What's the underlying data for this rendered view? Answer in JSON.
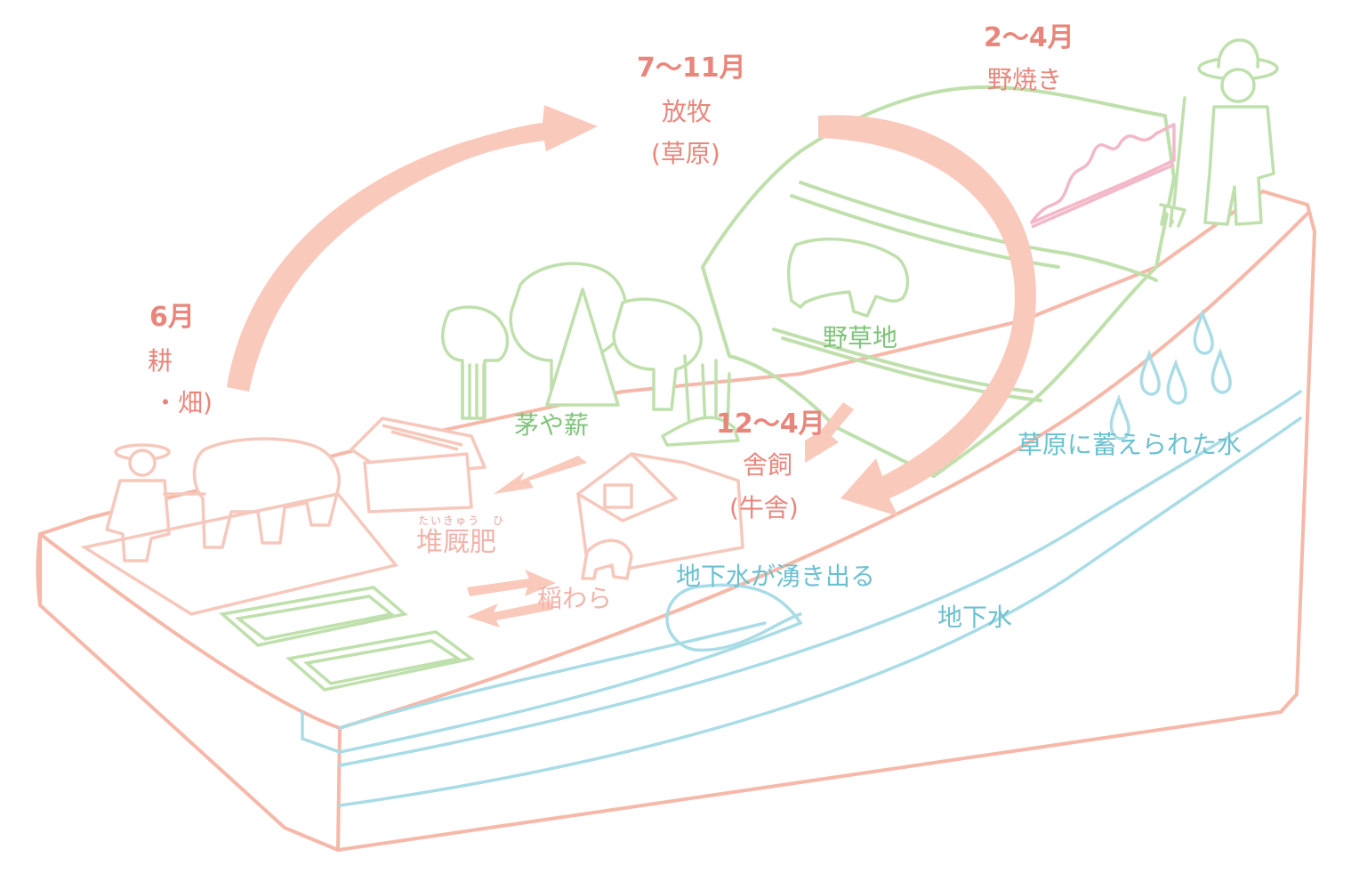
{
  "labels": {
    "june_month": "6月",
    "june_act": "耕",
    "june_place": "・畑)",
    "graze_month": "7～11月",
    "graze_act": "放牧",
    "graze_place": "(草原)",
    "burn_month": "2～4月",
    "burn_act": "野焼き",
    "winter_month": "12～4月",
    "winter_act": "舎飼",
    "winter_place": "(牛舎)",
    "thatch": "茅や薪",
    "wild_grass": "野草地",
    "compost_ruby": "たいきゅう　ひ",
    "compost": "堆厩肥",
    "straw": "稲わら",
    "spring": "地下水が湧き出る",
    "stored_water": "草原に蓄えられた水",
    "groundwater": "地下水"
  },
  "colors": {
    "block_outline": "#f6b8a8",
    "arrow": "#f9c9bb",
    "vegetation": "#bfe0ac",
    "fire": "#f3b8c8",
    "water": "#a9dce6"
  }
}
